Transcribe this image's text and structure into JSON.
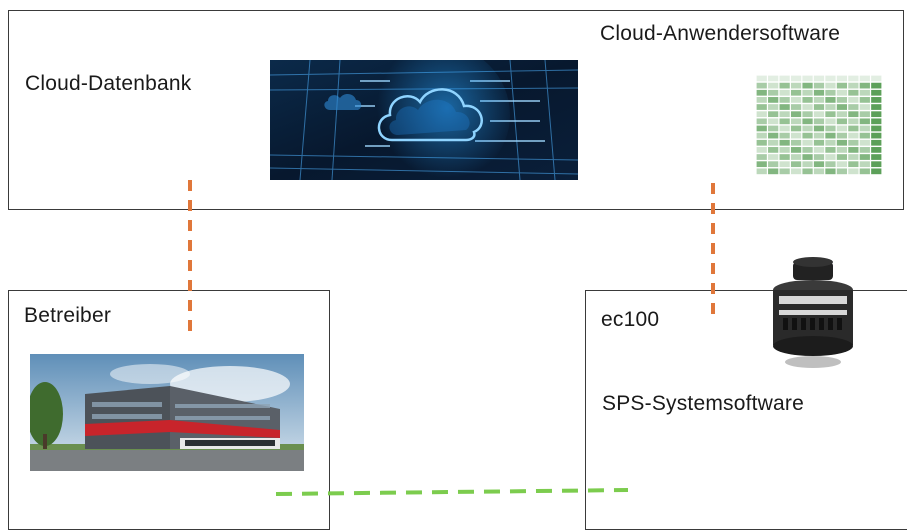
{
  "cloud": {
    "database_label": "Cloud-Datenbank",
    "application_label": "Cloud-Anwendersoftware"
  },
  "operator": {
    "label": "Betreiber"
  },
  "device": {
    "name": "ec100",
    "software_label": "SPS-Systemsoftware"
  },
  "colors": {
    "dashed_link_orange": "#e0773a",
    "dashed_link_green": "#7ccc4e",
    "table_green": "#3f8f3c"
  }
}
